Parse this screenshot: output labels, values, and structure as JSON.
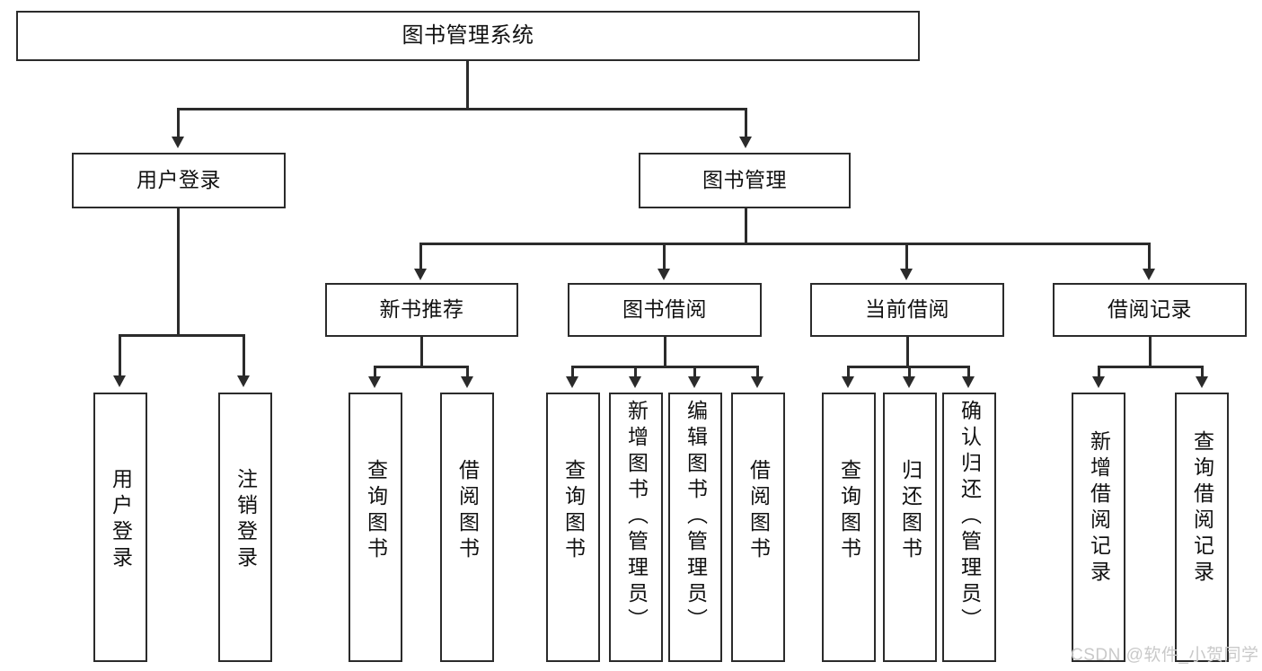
{
  "diagram": {
    "title": "图书管理系统",
    "watermark": "CSDN @软件_小贺同学",
    "colors": {
      "stroke": "#2b2b2b",
      "fill": "#ffffff",
      "text": "#111111",
      "watermark": "#c9c9c9"
    },
    "nodes": {
      "root": {
        "label": "图书管理系统"
      },
      "level2": [
        {
          "label": "用户登录"
        },
        {
          "label": "图书管理"
        }
      ],
      "level3": [
        {
          "label": "新书推荐"
        },
        {
          "label": "图书借阅"
        },
        {
          "label": "当前借阅"
        },
        {
          "label": "借阅记录"
        }
      ],
      "leaves": [
        {
          "label": "用户登录"
        },
        {
          "label": "注销登录"
        },
        {
          "label": "查询图书"
        },
        {
          "label": "借阅图书"
        },
        {
          "label": "查询图书"
        },
        {
          "label": "新增图书（管理员）"
        },
        {
          "label": "编辑图书（管理员）"
        },
        {
          "label": "借阅图书"
        },
        {
          "label": "查询图书"
        },
        {
          "label": "归还图书"
        },
        {
          "label": "确认归还（管理员）"
        },
        {
          "label": "新增借阅记录"
        },
        {
          "label": "查询借阅记录"
        }
      ]
    }
  }
}
